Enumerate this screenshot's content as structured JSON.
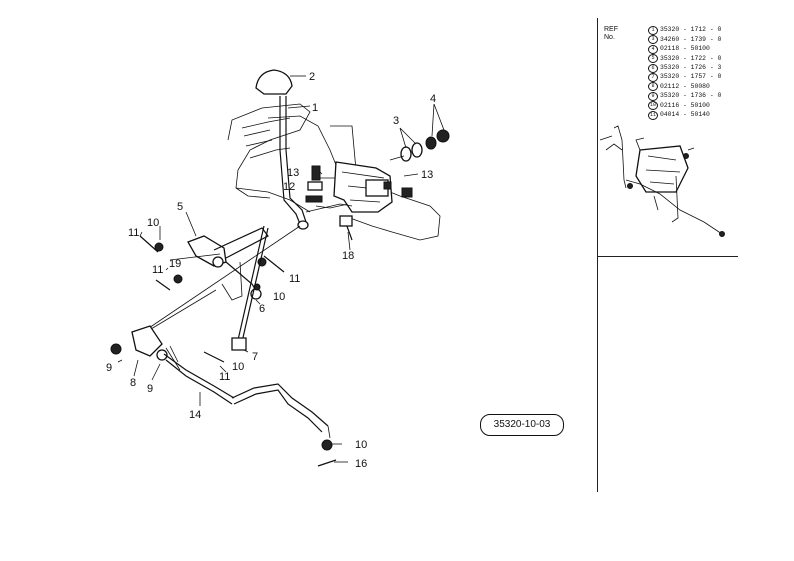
{
  "diagram_id": "35320-10-03",
  "callouts": {
    "c1": "1",
    "c2": "2",
    "c3": "3",
    "c4": "4",
    "c5": "5",
    "c6": "6",
    "c7": "7",
    "c8": "8",
    "c9a": "9",
    "c9b": "9",
    "c10a": "10",
    "c10b": "10",
    "c10c": "10",
    "c10d": "10",
    "c11a": "11",
    "c11b": "11",
    "c11c": "11",
    "c11d": "11",
    "c12": "12",
    "c13a": "13",
    "c13b": "13",
    "c14": "14",
    "c16": "16",
    "c18": "18",
    "c19": "19"
  },
  "reference_table": {
    "heading": "REF No.",
    "rows": [
      {
        "no": "1",
        "code": "35320 - 1712 - 0"
      },
      {
        "no": "3",
        "code": "34260 - 1739 - 0"
      },
      {
        "no": "4",
        "code": "02118 - 50100"
      },
      {
        "no": "5",
        "code": "35320 - 1722 - 0"
      },
      {
        "no": "6",
        "code": "35320 - 1726 - 3"
      },
      {
        "no": "7",
        "code": "35320 - 1757 - 0"
      },
      {
        "no": "8",
        "code": "02112 - 50080"
      },
      {
        "no": "9",
        "code": "35320 - 1736 - 0"
      },
      {
        "no": "10",
        "code": "02116 - 50100"
      },
      {
        "no": "11",
        "code": "04014 - 50140"
      }
    ]
  }
}
